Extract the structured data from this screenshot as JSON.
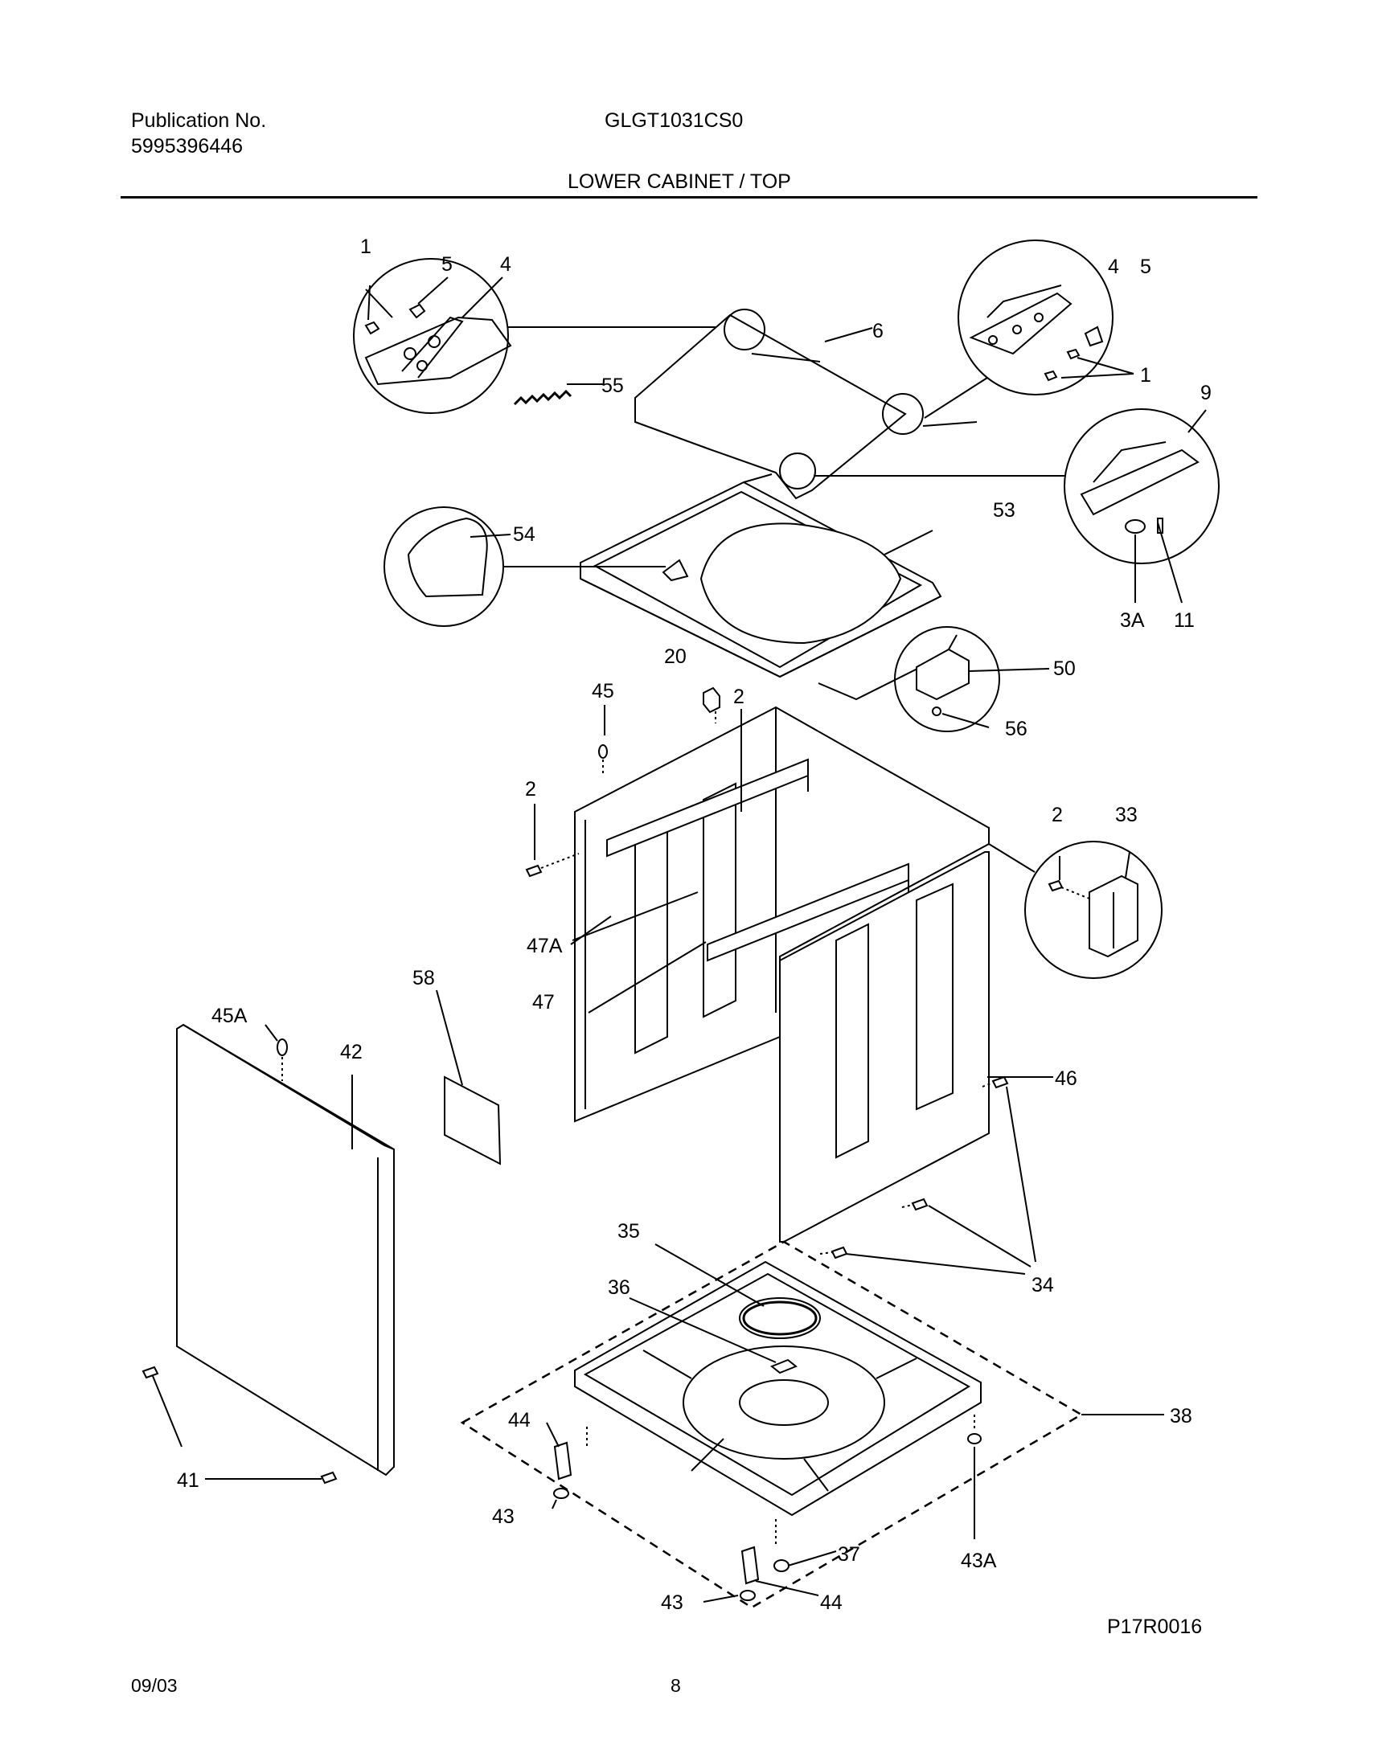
{
  "header": {
    "publication_label": "Publication No.",
    "publication_number": "5995396446",
    "model": "GLGT1031CS0",
    "section_title": "LOWER CABINET / TOP"
  },
  "footer": {
    "date": "09/03",
    "page": "8"
  },
  "diagram": {
    "drawing_code": "P17R0016",
    "callouts": [
      "1",
      "5",
      "4",
      "6",
      "55",
      "4",
      "5",
      "1",
      "9",
      "54",
      "53",
      "3A",
      "11",
      "20",
      "45",
      "2",
      "50",
      "56",
      "2",
      "2",
      "33",
      "47A",
      "47",
      "58",
      "45A",
      "42",
      "46",
      "35",
      "36",
      "34",
      "44",
      "38",
      "43",
      "41",
      "43A",
      "37",
      "43",
      "44"
    ]
  }
}
